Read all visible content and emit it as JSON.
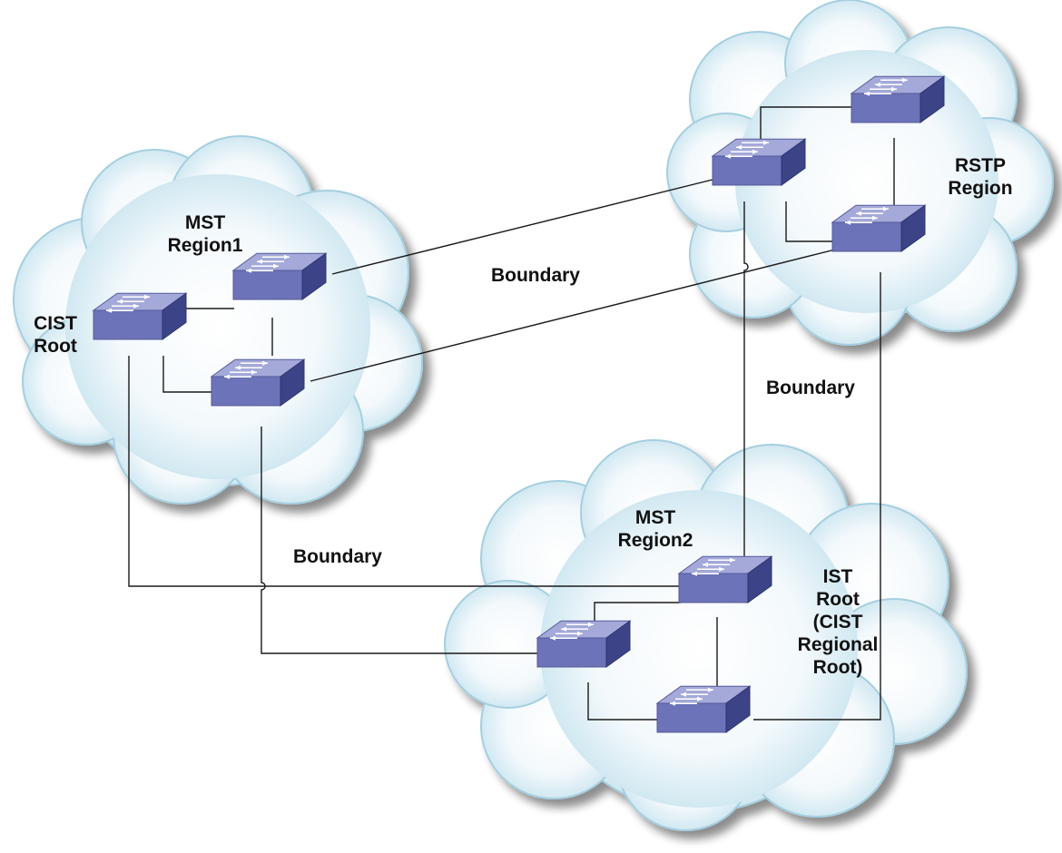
{
  "labels": {
    "mst_region1": [
      "MST",
      "Region1"
    ],
    "cist_root": [
      "CIST",
      "Root"
    ],
    "rstp_region": [
      "RSTP",
      "Region"
    ],
    "mst_region2": [
      "MST",
      "Region2"
    ],
    "ist_root": [
      "IST",
      "Root",
      "(CIST",
      "Regional",
      "Root)"
    ],
    "boundary_top": "Boundary",
    "boundary_right": "Boundary",
    "boundary_bottom": "Boundary"
  },
  "colors": {
    "cloud_fill_center": "#ffffff",
    "cloud_fill_edge": "#b4dbe9",
    "cloud_shadow": "#b8b8b8",
    "switch_top": "#a4a9d9",
    "switch_front": "#6c73b8",
    "switch_side": "#3c4386",
    "link_line": "#1a1a1a"
  },
  "icons": {
    "cloud": "cloud-icon",
    "switch": "network-switch-icon"
  }
}
